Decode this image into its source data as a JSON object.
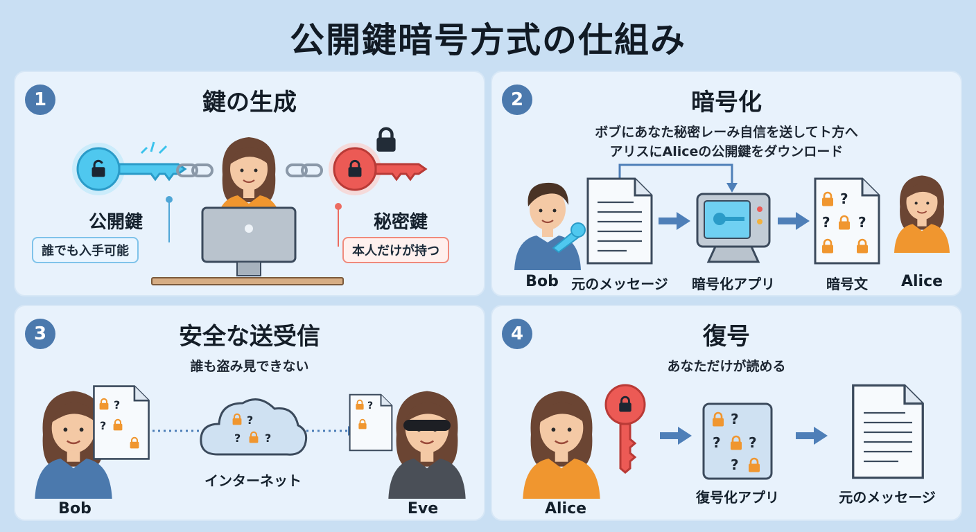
{
  "title": "公開鍵暗号方式の仕組み",
  "colors": {
    "background": "#c9dff3",
    "panel": "#e8f2fc",
    "badge": "#4b79ad",
    "public_key": "#4fc8ef",
    "private_key": "#ec5a55",
    "arrow": "#4e7fb8"
  },
  "panel1": {
    "number": "1",
    "title": "鍵の生成",
    "public_key_label": "公開鍵",
    "public_key_tag": "誰でも入手可能",
    "private_key_label": "秘密鍵",
    "private_key_tag": "本人だけが持つ"
  },
  "panel2": {
    "number": "2",
    "title": "暗号化",
    "subtitle_line1": "ボブにあなた秘密レーみ自信を送してト方へ",
    "subtitle_line2": "アリスにAliceの公開鍵をダウンロード",
    "bob_label": "Bob",
    "message_label": "元のメッセージ",
    "app_label": "暗号化アプリ",
    "ciphertext_label": "暗号文",
    "alice_label": "Alice"
  },
  "panel3": {
    "number": "3",
    "title": "安全な送受信",
    "subtitle": "誰も盗み見できない",
    "internet_label": "インターネット",
    "bob_label": "Bob",
    "eve_label": "Eve"
  },
  "panel4": {
    "number": "4",
    "title": "復号",
    "subtitle": "あなただけが読める",
    "alice_label": "Alice",
    "app_label": "復号化アプリ",
    "message_label": "元のメッセージ"
  }
}
